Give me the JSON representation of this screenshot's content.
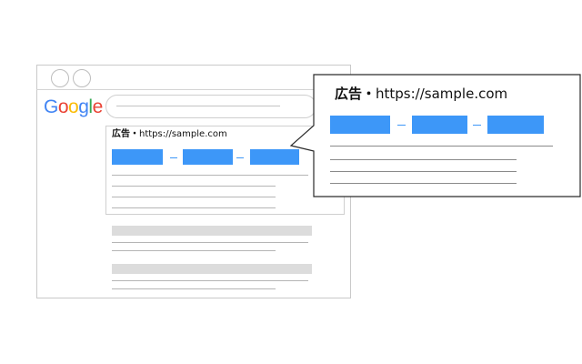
{
  "logo": {
    "text": "Google",
    "letters": [
      {
        "char": "G",
        "color": "#4285F4"
      },
      {
        "char": "o",
        "color": "#EA4335"
      },
      {
        "char": "o",
        "color": "#FBBC05"
      },
      {
        "char": "g",
        "color": "#4285F4"
      },
      {
        "char": "l",
        "color": "#34A853"
      },
      {
        "char": "e",
        "color": "#EA4335"
      }
    ]
  },
  "ad": {
    "label": "広告・",
    "url": "https://sample.com"
  },
  "colors": {
    "link_blue": "#3d97f8",
    "placeholder_gray": "#dcdcdc",
    "border": "#c9c9c9"
  }
}
